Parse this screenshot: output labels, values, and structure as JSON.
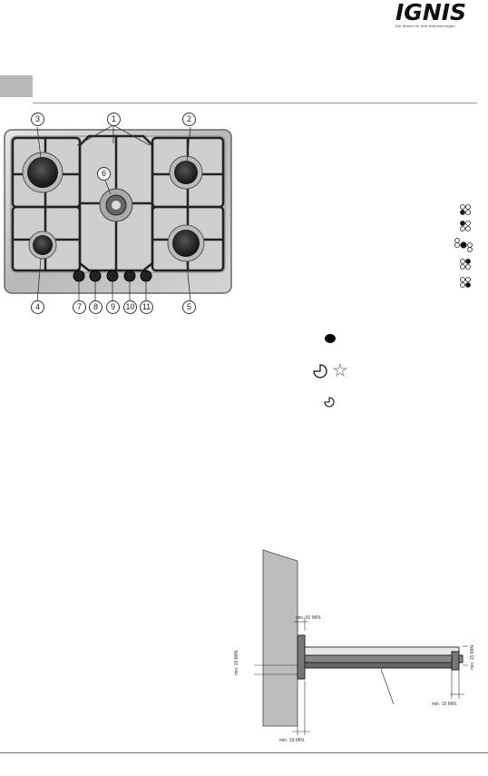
{
  "brand": {
    "name": "IGNIS",
    "tagline": "Die Marke für Ihre Anforderungen"
  },
  "callouts": {
    "c1": "1",
    "c2": "2",
    "c3": "3",
    "c4": "4",
    "c5": "5",
    "c6": "6",
    "c7": "7",
    "c8": "8",
    "c9": "9",
    "c10": "10",
    "c11": "11"
  },
  "install": {
    "dim_top": "min. 50 MIN.",
    "dim_left": "min. 20 MIN.",
    "dim_right": "min. 15 MIN.",
    "dim_bottom_right": "min. 15 MIN.",
    "dim_bottom": "min. 15 MIN."
  },
  "icons": {
    "flame_full": "flame-full-icon",
    "flame_small": "flame-small-icon",
    "spark": "spark-icon",
    "burner_positions": [
      "rear-left",
      "front-left",
      "center",
      "rear-right",
      "front-right"
    ]
  }
}
